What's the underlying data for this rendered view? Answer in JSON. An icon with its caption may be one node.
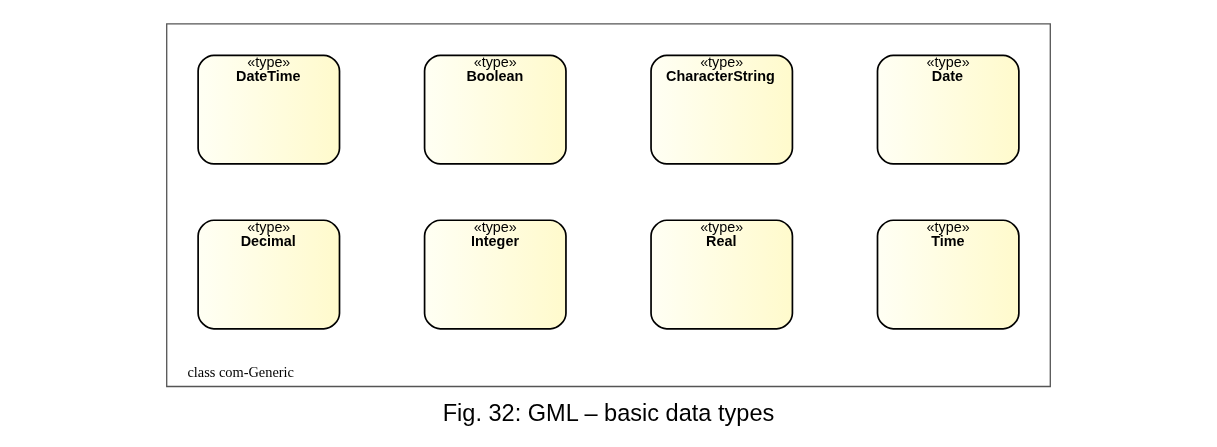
{
  "diagram": {
    "caption": "Fig. 32: GML – basic data types",
    "nodes": [
      {
        "text": [
          "class com-Generic"
        ]
      },
      {
        "text": [
          "«type»",
          "DateTime"
        ],
        "in": 0
      },
      {
        "text": [
          "«type»",
          "Boolean"
        ],
        "in": 0
      },
      {
        "text": [
          "«type»",
          "CharacterString"
        ],
        "in": 0
      },
      {
        "text": [
          "«type»",
          "Date"
        ],
        "in": 0
      },
      {
        "text": [
          "«type»",
          "Decimal"
        ],
        "in": 0
      },
      {
        "text": [
          "«type»",
          "Integer"
        ],
        "in": 0
      },
      {
        "text": [
          "«type»",
          "Real"
        ],
        "in": 0
      },
      {
        "text": [
          "«type»",
          "Time"
        ],
        "in": 0
      }
    ],
    "edges": []
  }
}
